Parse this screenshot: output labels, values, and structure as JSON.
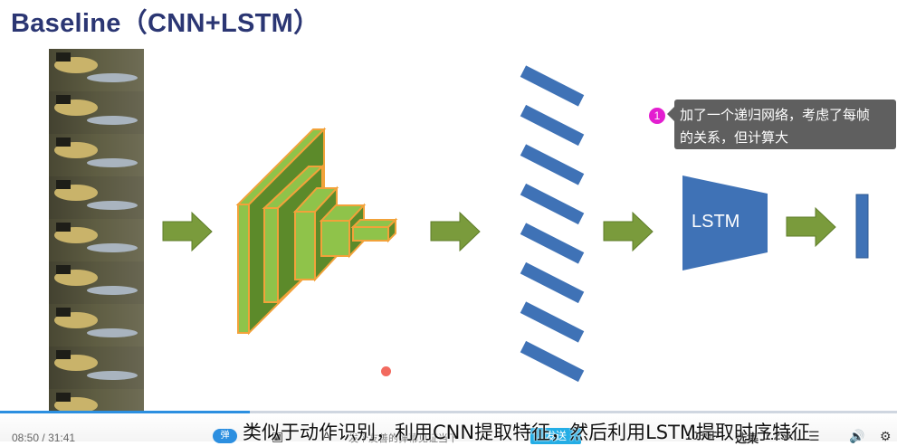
{
  "slide": {
    "title": "Baseline（CNN+LSTM）",
    "lstm_label": "LSTM"
  },
  "annotation": {
    "badge": "1",
    "line1": "加了一个递归网络，考虑了每帧",
    "line2": "的关系，但计算大"
  },
  "colors": {
    "title": "#2b3673",
    "arrow_fill": "#7a9b3c",
    "cnn_face": "#5c8a2a",
    "cnn_front": "#8fc34a",
    "cnn_border": "#f2a23a",
    "feature_blue": "#3f72b6",
    "annotation_bg": "#5f5f5f",
    "badge": "#e31ed0",
    "progress": "#2c8fe0",
    "send_button": "#23ade5"
  },
  "player": {
    "current_time": "08:50",
    "separator": "/",
    "duration": "31:41",
    "progress_fraction": 0.279,
    "subtitle": "类似于动作识别，利用CNN提取特征，然后利用LSTM提取时序特征",
    "danmu_placeholder": "发个友善的弹幕见证当下",
    "send_label": "发送",
    "quality_label": "1080P",
    "select_label": "选集",
    "speed_label": "1.25x",
    "pill_label": "弹"
  }
}
